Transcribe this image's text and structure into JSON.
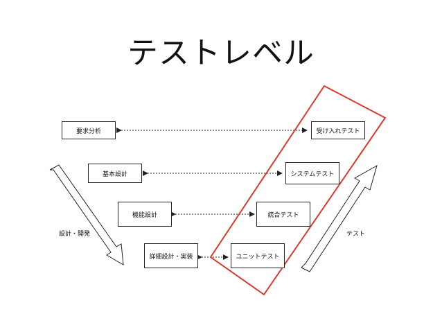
{
  "title": "テストレベル",
  "left_boxes": [
    {
      "label": "要求分析"
    },
    {
      "label": "基本設計"
    },
    {
      "label": "機能設計"
    },
    {
      "label": "詳細設計・実装"
    }
  ],
  "right_boxes": [
    {
      "label": "受け入れテスト"
    },
    {
      "label": "システムテスト"
    },
    {
      "label": "統合テスト"
    },
    {
      "label": "ユニットテスト"
    }
  ],
  "left_arrow_label": "設計・開発",
  "right_arrow_label": "テスト",
  "colors": {
    "highlight": "#d93a2b",
    "stroke": "#222222"
  }
}
